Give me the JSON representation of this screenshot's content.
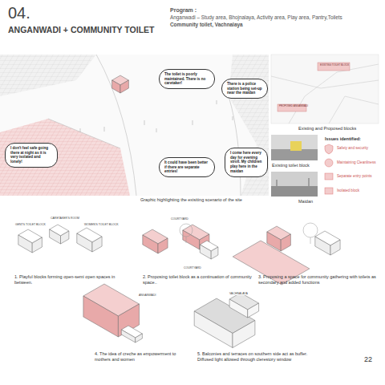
{
  "diagram": {
    "title": "ANGANWADI + COMMUNITY TOILET",
    "nodes": [
      {
        "text": [
          "The toilet is poorly maintained. There is no caretaker!"
        ]
      },
      {
        "text": [
          "There is a police station being set-up near the maidan"
        ]
      },
      {
        "text": [
          "I don't feel safe going there at night as it is very isolated and lonely!"
        ]
      },
      {
        "text": [
          "It could have been better if there are separate entries!"
        ]
      },
      {
        "text": [
          "I come here every day for evening stroll. My children play here in the maidan"
        ]
      }
    ],
    "edges": [],
    "labels": [
      "04.",
      "Program :",
      "Anganwadi – Study area, Bhojnalaya, Activity area, Play area, Pantry,Toilets",
      "Community toilet, Vachnalaya",
      "Graphic highlighting the exisiting scenario of the site",
      "Existing and Proposed blocks",
      "Issues identified:",
      "Safety and security",
      "Maintaining Cleanliness",
      "Separate entry points",
      "Isolated block",
      "Existing toilet block",
      "Maidan",
      "GENTS TOILET BLOCK",
      "CARETAKER'S ROOM",
      "WOMEN'S TOILET BLOCK",
      "COURTYARD",
      "COURTYARD",
      "ANGANWADI",
      "VACHNALAYA",
      "1. Playful blocks forming open-semi open spaces in between.",
      "2. Proposing toilet block as a continuation of community space..",
      "3. Proposing a space for community gathering with toilets as secondary and added functions",
      "4. The idea of creche as empowerment to mothers and women",
      "5. Balconies and terraces on southern side act as buffer. Diffused light allowed through clerestory window",
      "22",
      "EXISTING TOILET BLOCK",
      "PROPOSED ANGANWADI"
    ]
  }
}
